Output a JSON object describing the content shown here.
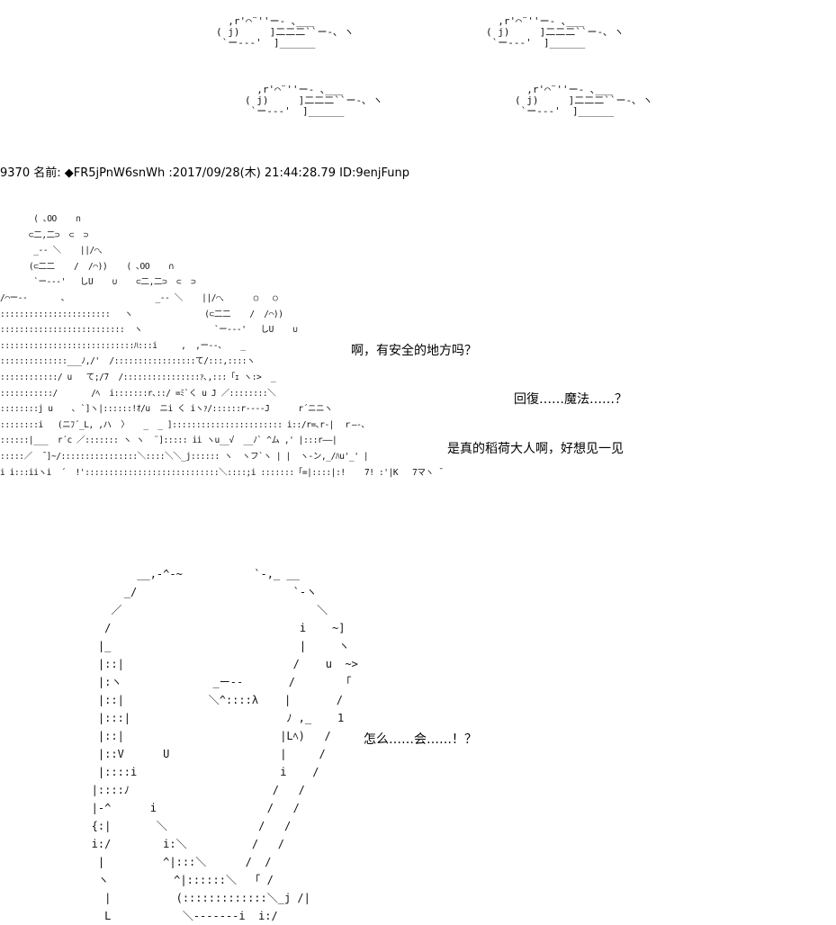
{
  "post_header": "9370 名前: ◆FR5jPnW6snWh :2017/09/28(木) 21:44:28.79 ID:9enjFunp",
  "wind_effect_art": "  ,r'⌒¨''ー- ､___\n( j)     ]二二二``ー-､ ヽ\n `ー--‐'  ]______",
  "scene_art": "       ( ､OO    ∩\n      ⊂二,二⊃  ⊂  ⊃\n       _-- ＼    ||/⌒､\n      (⊂二二    /  /⌒))    ( ､OO    ∩\n       `ー---'   しU    ∪    ⊂二,二⊃  ⊂  ⊃\n/⌒ー--       、                  _-- ＼    ||/⌒､      ○   ○\n:::::::::::::::::::::::   ヽ               (⊂二二    /  /⌒))\n::::::::::::::::::::::::::  ヽ               `ー---'   しU    ∪\n::::::::::::::::::::::::::::ﾊ:::i     ,  ,ー--、   _\n::::::::::::::___ﾉ,/'  /:::::::::::::::::て/:::,::::ヽ\n::::::::::::/ u   て;/7  /::::::::::::::::ｧ､,:::「ｪ ヽ:>  _\n:::::::::::/       /ﾍ  i:::::::r､::/ =ﾐ`く u J ／::::::::＼\n::::::::j u    ､ `]ヽ|::::::!ｵ/u  ニi く iヽｧ/::::::r----J      r´ニニヽ\n::::::::i   (ニﾌ´_L, ,ハ  〉   _  _ ]::::::::::::::::::::::: i::/r=､r-|  ｒ―‐､\n::::::|___  r´c ／::::::: ヽ ヽ  ¨]::::: ii ヽu__√  __ﾉ` ^ム ,' |:::r――|\n:::::／  ̄ ]~/::::::::::::::::＼::::＼＼_j:::::: ヽ  ヽフ`ヽ | |  ヽ-ン,_/ﾊu'_' |\ni i:::iiヽi  ´  !'::::::::::::::::::::::::::::＼::::;i :::::::「=|::::|:!    7! :'|K   7マヽ ̄",
  "face_art": "          __,-^-~           `-,_ __\n        _/                        `-ヽ\n      ／                              ＼\n     /                             i    ~]\n    |_                             |     ヽ\n    |::|                          /    u  ~>\n    |:ヽ              _ー--       /       「\n    |::|             ＼^::::λ    |       /\n    |:::|                        ﾉ ,_    1\n    |::|                        |Lﾍ)   /\n    |::V      U                 |     /\n    |::::i                      i    /\n   |::::ﾉ                      /   /\n   |-^      i                 /   /\n   {:|       ＼              /   /\n   i:/        i:＼          /   /\n    |         ^|:::＼      /  /\n    ヽ          ^|::::::＼  「 /\n     |          (:::::::::::::＼_j /|\n     L           ＼-------i  i:/",
  "dialogue": {
    "line1": "啊，有安全的地方吗？",
    "line2": "回復……魔法……？",
    "line3": "是真的稻荷大人啊，好想见一见",
    "line4": "怎么……会……！？"
  }
}
